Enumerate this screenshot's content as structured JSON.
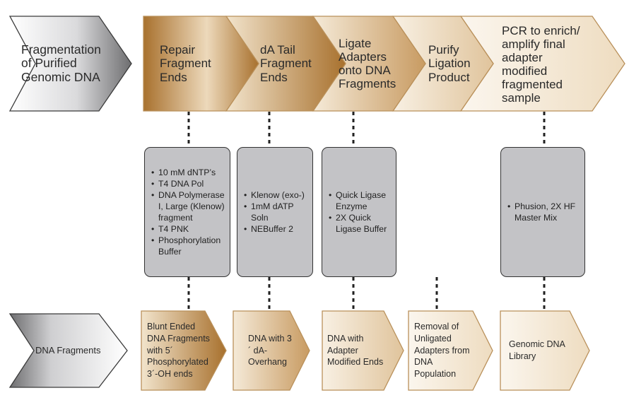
{
  "start": {
    "label": "Fragmentation of Purified Genomic DNA"
  },
  "steps": [
    {
      "label": "Repair Fragment Ends"
    },
    {
      "label": "dA Tail Fragment Ends"
    },
    {
      "label": "Ligate Adapters onto DNA Fragments"
    },
    {
      "label": "Purify Ligation Product"
    },
    {
      "label": "PCR to enrich/ amplify final adapter modified fragmented sample"
    }
  ],
  "reagents": [
    {
      "items": [
        "10 mM dNTP’s",
        "T4 DNA Pol",
        "DNA Polymerase I, Large (Klenow) fragment",
        "T4 PNK",
        "Phosphorylation Buffer"
      ]
    },
    {
      "items": [
        "Klenow (exo-)",
        "1mM dATP Soln",
        "NEBuffer 2"
      ]
    },
    {
      "items": [
        "Quick Ligase Enzyme",
        "2X Quick Ligase Buffer"
      ]
    },
    {
      "items": [
        "Phusion, 2X HF Master Mix"
      ]
    }
  ],
  "row_label": {
    "label": "DNA Fragments"
  },
  "results": [
    {
      "label": "Blunt Ended DNA Fragments with 5´ Phosphorylated 3´-OH ends"
    },
    {
      "label": "DNA with 3´ dA-Overhang"
    },
    {
      "label": "DNA with Adapter Modified Ends"
    },
    {
      "label": "Removal of Unligated Adapters from DNA Population"
    },
    {
      "label": "Genomic DNA Library"
    }
  ],
  "colors": {
    "step_gradient_dark": "#a8712e",
    "step_gradient_light": "#fbf6ee",
    "gray_gradient_dark": "#6e6e70",
    "reagent_box": "#c3c3c6"
  }
}
